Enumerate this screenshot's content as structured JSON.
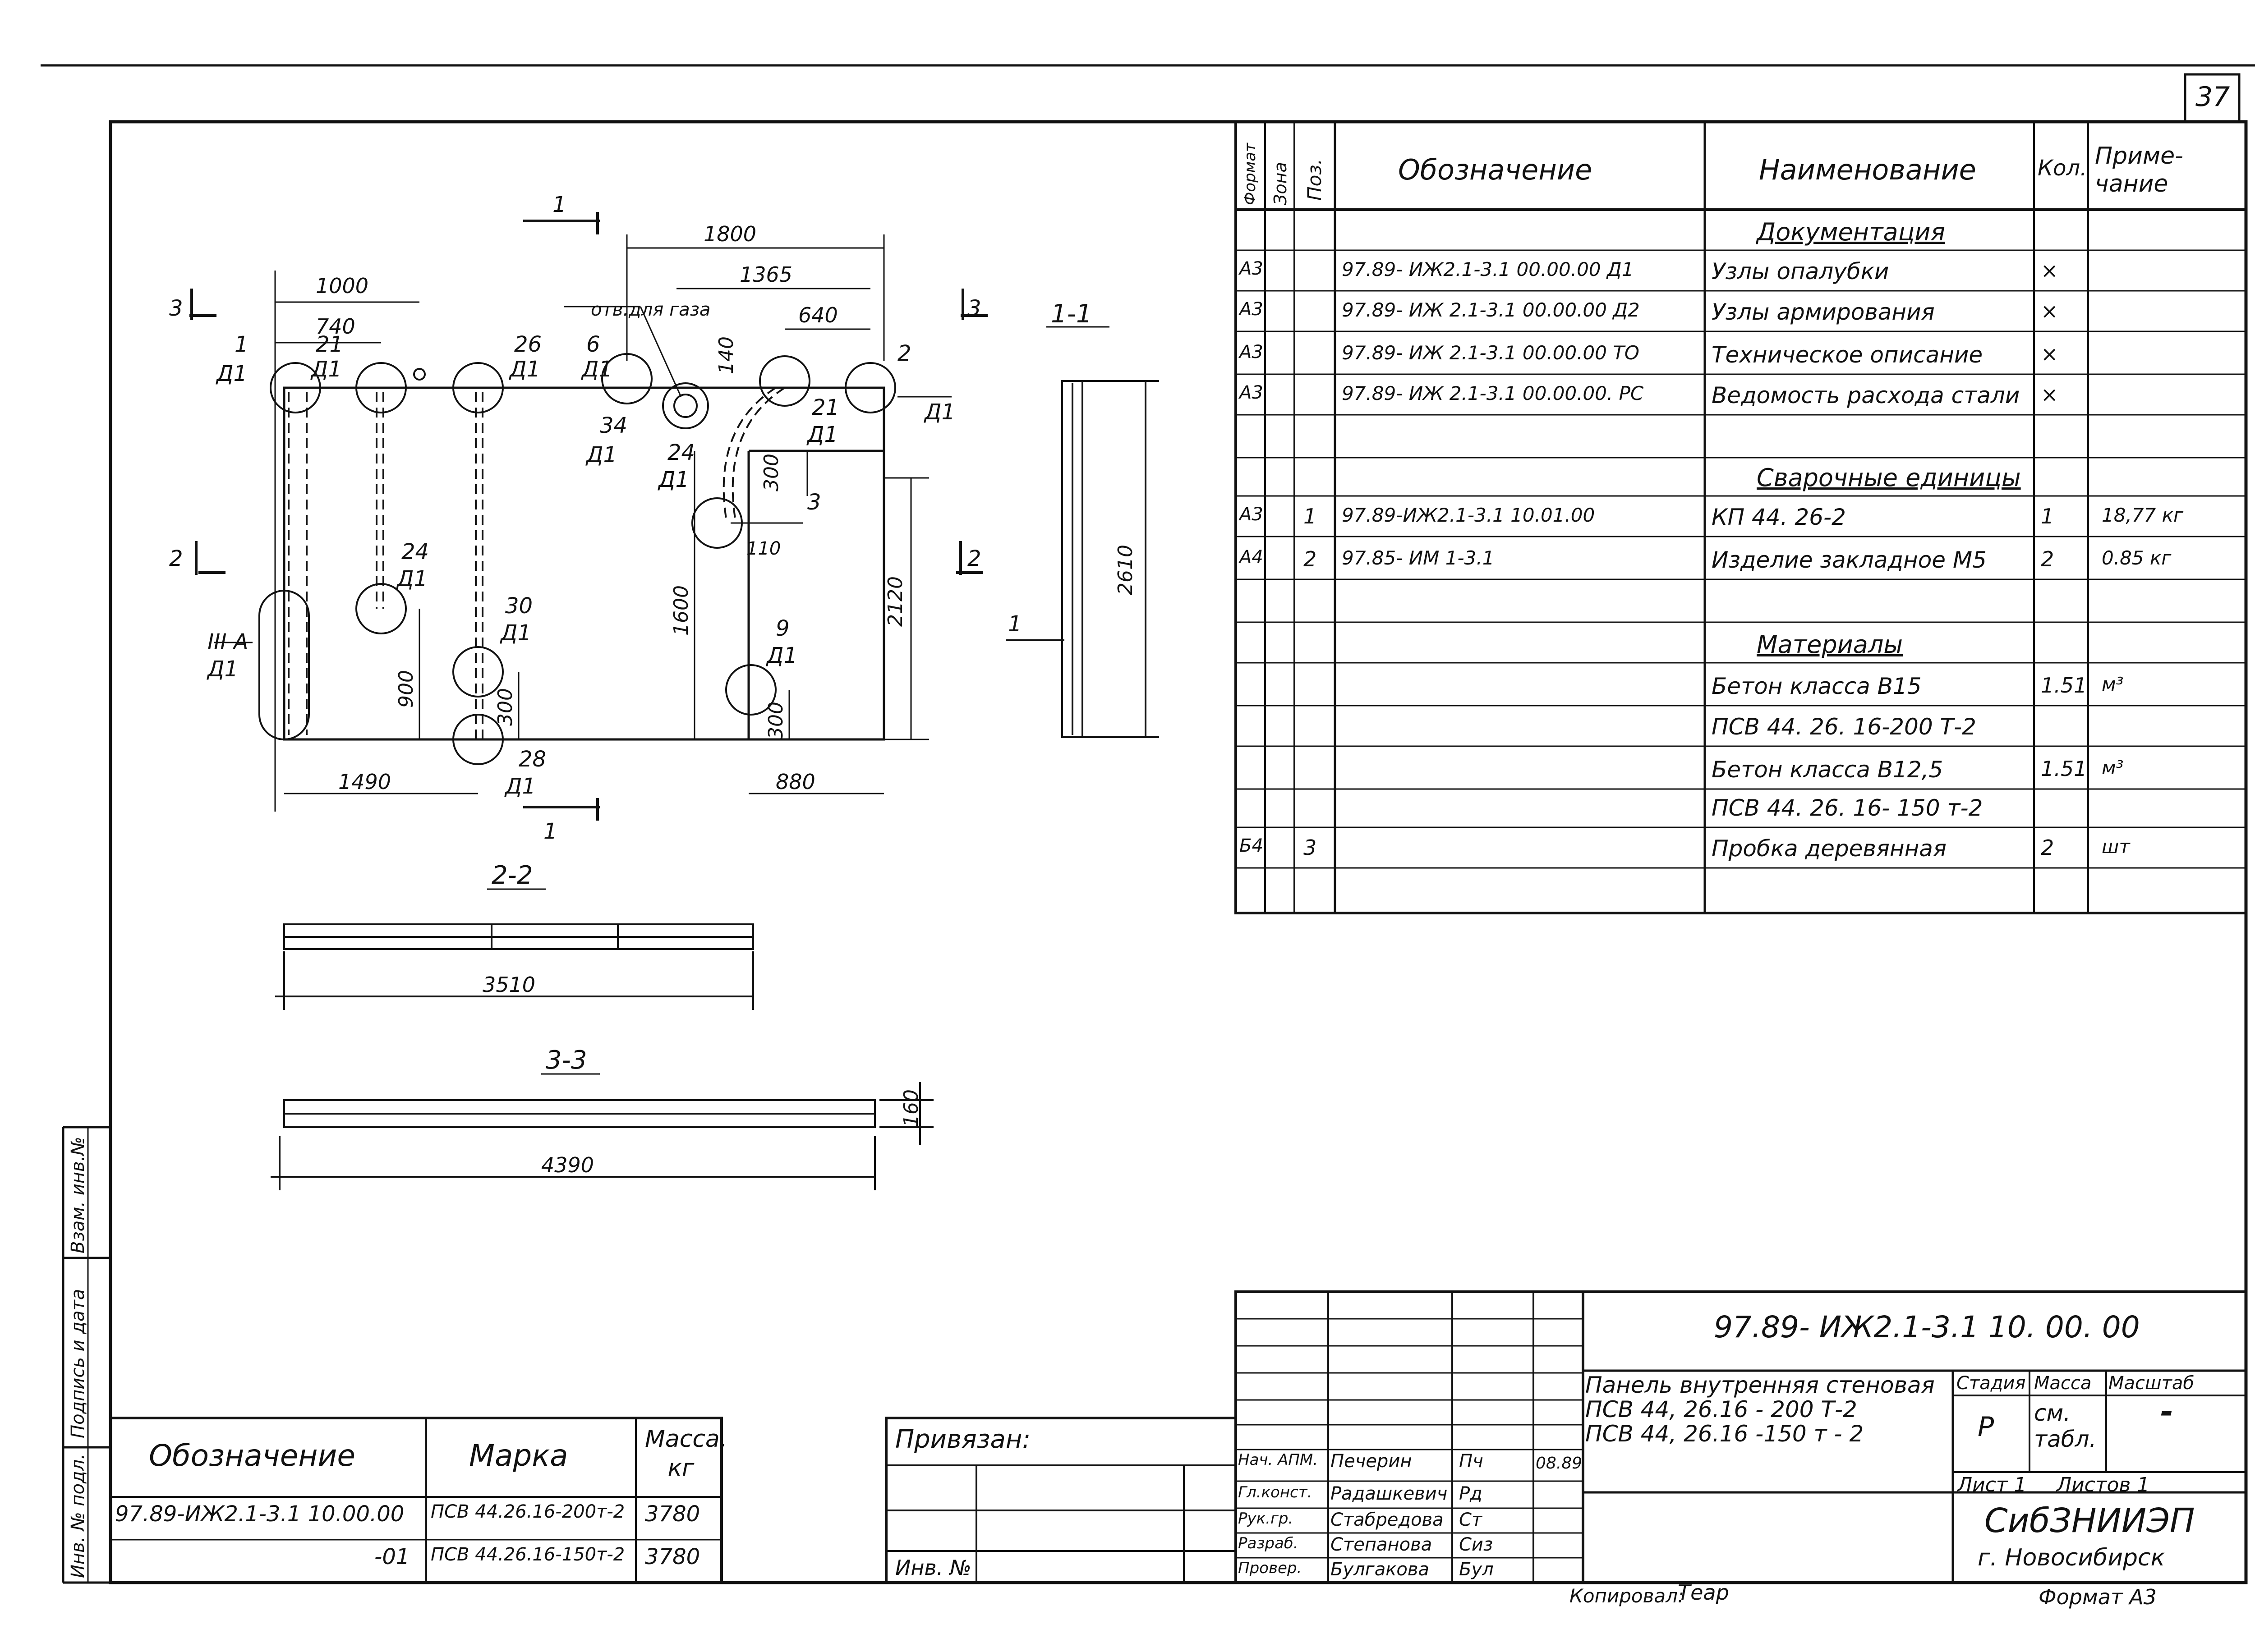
{
  "sheet_number": "37",
  "spec_header": {
    "format": "Формат",
    "zone": "Зона",
    "pos": "Поз.",
    "designation": "Обозначение",
    "name": "Наименование",
    "qty": "Кол.",
    "note": "Приме-\nчание"
  },
  "spec_rows": [
    {
      "format": "",
      "zone": "",
      "pos": "",
      "designation": "",
      "name": "Документация",
      "qty": "",
      "note": "",
      "section": true
    },
    {
      "format": "А3",
      "zone": "",
      "pos": "",
      "designation": "97.89- ИЖ2.1-3.1  00.00.00  Д1",
      "name": "Узлы опалубки",
      "qty": "×",
      "note": ""
    },
    {
      "format": "А3",
      "zone": "",
      "pos": "",
      "designation": "97.89- ИЖ 2.1-3.1  00.00.00  Д2",
      "name": "Узлы армирования",
      "qty": "×",
      "note": ""
    },
    {
      "format": "А3",
      "zone": "",
      "pos": "",
      "designation": "97.89- ИЖ 2.1-3.1  00.00.00  ТО",
      "name": "Техническое описание",
      "qty": "×",
      "note": ""
    },
    {
      "format": "А3",
      "zone": "",
      "pos": "",
      "designation": "97.89- ИЖ 2.1-3.1  00.00.00. РС",
      "name": "Ведомость расхода стали",
      "qty": "×",
      "note": ""
    },
    {
      "format": "",
      "zone": "",
      "pos": "",
      "designation": "",
      "name": "",
      "qty": "",
      "note": ""
    },
    {
      "format": "",
      "zone": "",
      "pos": "",
      "designation": "",
      "name": "Сварочные единицы",
      "qty": "",
      "note": "",
      "section": true
    },
    {
      "format": "А3",
      "zone": "",
      "pos": "1",
      "designation": "97.89-ИЖ2.1-3.1  10.01.00",
      "name": "КП  44. 26-2",
      "qty": "1",
      "note": "18,77 кг"
    },
    {
      "format": "А4",
      "zone": "",
      "pos": "2",
      "designation": "97.85- ИМ 1-3.1",
      "name": "Изделие закладное  М5",
      "qty": "2",
      "note": "0.85 кг"
    },
    {
      "format": "",
      "zone": "",
      "pos": "",
      "designation": "",
      "name": "",
      "qty": "",
      "note": ""
    },
    {
      "format": "",
      "zone": "",
      "pos": "",
      "designation": "",
      "name": "Материалы",
      "qty": "",
      "note": "",
      "section": true
    },
    {
      "format": "",
      "zone": "",
      "pos": "",
      "designation": "",
      "name": "Бетон  класса  В15",
      "qty": "1.51",
      "note": "м³"
    },
    {
      "format": "",
      "zone": "",
      "pos": "",
      "designation": "",
      "name": "ПСВ 44. 26. 16-200 Т-2",
      "qty": "",
      "note": ""
    },
    {
      "format": "",
      "zone": "",
      "pos": "",
      "designation": "",
      "name": "Бетон  класса  В12,5",
      "qty": "1.51",
      "note": "м³"
    },
    {
      "format": "",
      "zone": "",
      "pos": "",
      "designation": "",
      "name": "ПСВ 44. 26. 16- 150 т-2",
      "qty": "",
      "note": ""
    },
    {
      "format": "Б4",
      "zone": "",
      "pos": "3",
      "designation": "",
      "name": "Пробка деревянная",
      "qty": "2",
      "note": "шт"
    }
  ],
  "drawing": {
    "section_1_1": "1-1",
    "section_2_2": "2-2",
    "section_3_3": "3-3",
    "dims": {
      "d1800": "1800",
      "d1365": "1365",
      "d1000": "1000",
      "d740": "740",
      "d640": "640",
      "d2610": "2610",
      "d2120": "2120",
      "d1600": "1600",
      "d900": "900",
      "d300a": "300",
      "d300b": "300",
      "d300c": "300",
      "d140": "140",
      "d110": "110",
      "d1490": "1490",
      "d880": "880",
      "d3510": "3510",
      "d4390": "4390",
      "d160": "160"
    },
    "hole_label": "отв.для газа",
    "nodes": {
      "n1": "1",
      "n21a": "21",
      "n26": "26",
      "n6": "6",
      "n2": "2",
      "n34": "34",
      "n24a": "24",
      "n21b": "21",
      "n3": "3",
      "n24b": "24",
      "n30": "30",
      "n9": "9",
      "n28": "28",
      "n3A": "III A",
      "d1": "Д1",
      "pos1": "1",
      "pos3": "3",
      "cut1": "1",
      "cut2": "2",
      "cut3": "3"
    }
  },
  "marks_table": {
    "headers": {
      "designation": "Обозначение",
      "mark": "Марка",
      "mass": "Масса,\nкг"
    },
    "rows": [
      {
        "designation": "97.89-ИЖ2.1-3.1  10.00.00",
        "mark": "ПСВ 44.26.16-200т-2",
        "mass": "3780"
      },
      {
        "designation": "-01",
        "mark": "ПСВ 44.26.16-150т-2",
        "mass": "3780"
      }
    ]
  },
  "side_strip": {
    "inv_orig": "Инв. № подл.",
    "sign_date": "Подпись и дата",
    "vzam": "Взам. инв.№"
  },
  "binding": {
    "title": "Привязан:",
    "inv": "Инв. №"
  },
  "title_block": {
    "doc_code": "97.89- ИЖ2.1-3.1   10. 00. 00",
    "product_name": "Панель внутренняя стеновая\nПСВ 44, 26.16 - 200 Т-2\nПСВ 44, 26.16 -150 т - 2",
    "stage_label": "Стадия",
    "mass_label": "Масса",
    "scale_label": "Масштаб",
    "stage": "Р",
    "mass": "см.\nтабл.",
    "scale": "-",
    "sheet": "Лист 1",
    "sheets": "Листов 1",
    "org": "СибЗНИИЭП",
    "city": "г. Новосибирск",
    "date": "08.89",
    "roles": [
      {
        "role": "Нач. АПМ.",
        "name": "Печерин",
        "sig": "Пч"
      },
      {
        "role": "Гл.конст.",
        "name": "Радашкевич",
        "sig": "Рд"
      },
      {
        "role": "Рук.гр.",
        "name": "Стабредова",
        "sig": "Ст"
      },
      {
        "role": "Разраб.",
        "name": "Степанова",
        "sig": "Сиз"
      },
      {
        "role": "Провер.",
        "name": "Булгакова",
        "sig": "Бул"
      }
    ],
    "copied": "Копировал:",
    "copied_sig": "Теар",
    "format": "Формат А3"
  }
}
